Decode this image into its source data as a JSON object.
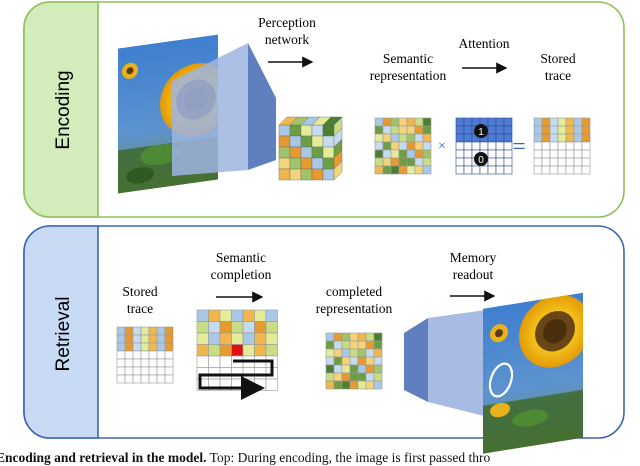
{
  "colors": {
    "encoding_border": "#8fbf5a",
    "encoding_fill": "#d3ecbc",
    "retrieval_border": "#3d64b4",
    "retrieval_fill": "#c9daf5",
    "prism_front": "#9db4e0",
    "prism_side": "#5f7fbf",
    "attention_blue": "#4f7ad2",
    "highlight_red": "#e01010"
  },
  "encoding": {
    "label": "Encoding",
    "perception_network": "Perception network",
    "semantic_representation": "Semantic representation",
    "attention": "Attention",
    "stored_trace": "Stored trace",
    "multiply": "×",
    "equals": "=",
    "marker_one": "1",
    "marker_zero": "0"
  },
  "retrieval": {
    "label": "Retrieval",
    "stored_trace": "Stored trace",
    "semantic_completion": "Semantic completion",
    "completed_representation": "completed representation",
    "memory_readout": "Memory readout"
  },
  "caption": {
    "bold": "Encoding and retrieval in the model.",
    "text": " Top: During encoding, the image is first passed thro"
  }
}
